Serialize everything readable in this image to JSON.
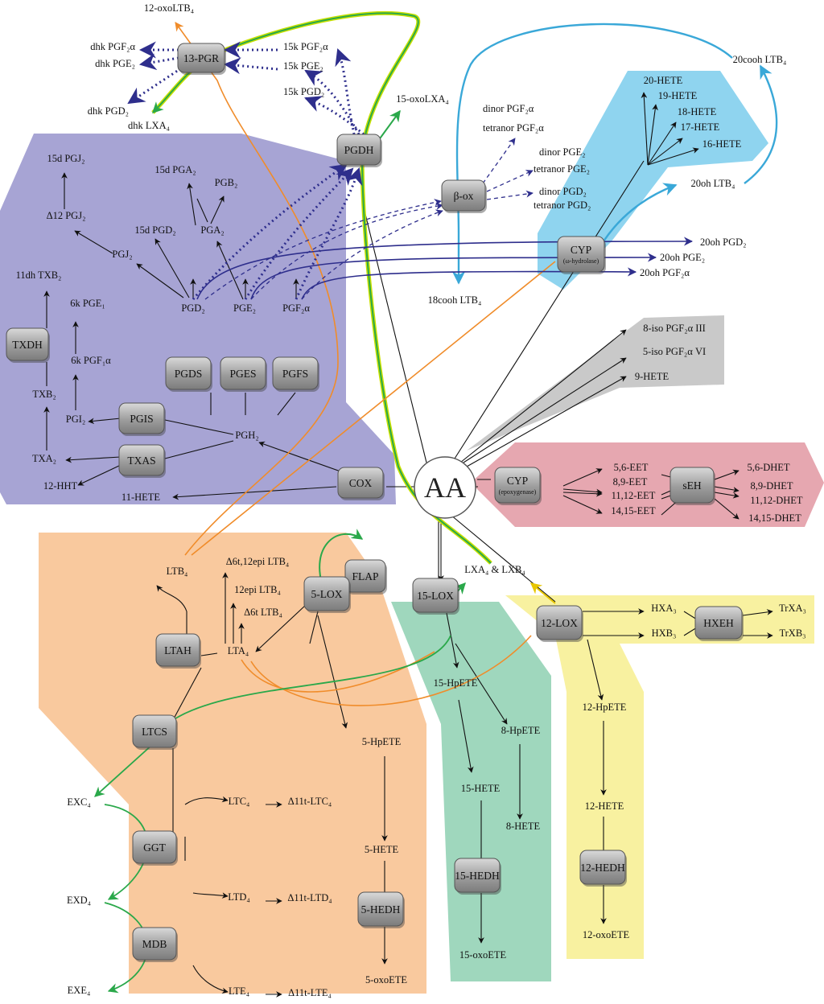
{
  "center": "AA",
  "colors": {
    "purple": "#a7a4d4",
    "orange": "#f9c99e",
    "green": "#9fd7bd",
    "yellow": "#f8f1a0",
    "blue": "#8fd4ef",
    "gray": "#c9c9c9",
    "red": "#e6a7b0",
    "arrow_blue": "#2e2e8c",
    "arrow_green": "#2aa84a",
    "arrow_orange": "#f08c2a"
  },
  "enzymes": [
    {
      "id": "13pgr",
      "label": "13-PGR"
    },
    {
      "id": "pgdh",
      "label": "PGDH"
    },
    {
      "id": "box",
      "label": "β-ox"
    },
    {
      "id": "cyp_w",
      "label": "CYP",
      "sub": "(ω-hydrolase)"
    },
    {
      "id": "txdh",
      "label": "TXDH"
    },
    {
      "id": "pgds",
      "label": "PGDS"
    },
    {
      "id": "pges",
      "label": "PGES"
    },
    {
      "id": "pgfs",
      "label": "PGFS"
    },
    {
      "id": "pgis",
      "label": "PGIS"
    },
    {
      "id": "txas",
      "label": "TXAS"
    },
    {
      "id": "cox",
      "label": "COX"
    },
    {
      "id": "cyp_e",
      "label": "CYP",
      "sub": "(epoxygenase)"
    },
    {
      "id": "seh",
      "label": "sEH"
    },
    {
      "id": "flap",
      "label": "FLAP"
    },
    {
      "id": "5lox",
      "label": "5-LOX"
    },
    {
      "id": "15lox",
      "label": "15-LOX"
    },
    {
      "id": "12lox",
      "label": "12-LOX"
    },
    {
      "id": "hxeh",
      "label": "HXEH"
    },
    {
      "id": "ltah",
      "label": "LTAH"
    },
    {
      "id": "ltcs",
      "label": "LTCS"
    },
    {
      "id": "ggt",
      "label": "GGT"
    },
    {
      "id": "mdb",
      "label": "MDB"
    },
    {
      "id": "5hedh",
      "label": "5-HEDH"
    },
    {
      "id": "15hedh",
      "label": "15-HEDH"
    },
    {
      "id": "12hedh",
      "label": "12-HEDH"
    }
  ],
  "metabolites": [
    {
      "id": "oxoltb4",
      "t": "12-oxoLTB₄"
    },
    {
      "id": "dhkpgf",
      "t": "dhk PGF₂α"
    },
    {
      "id": "dhkpge",
      "t": "dhk PGE₂"
    },
    {
      "id": "dhkpgd",
      "t": "dhk PGD₂"
    },
    {
      "id": "dhklxa",
      "t": "dhk LXA₄"
    },
    {
      "id": "k15pgf",
      "t": "15k PGF₂α"
    },
    {
      "id": "k15pge",
      "t": "15k PGE₂"
    },
    {
      "id": "k15pgd",
      "t": "15k PGD₂"
    },
    {
      "id": "oxolxa",
      "t": "15-oxoLXA₄"
    },
    {
      "id": "cooh20",
      "t": "20cooh LTB₄"
    },
    {
      "id": "dinorpgf",
      "t": "dinor PGF₂α"
    },
    {
      "id": "tetrapgf",
      "t": "tetranor PGF₂α"
    },
    {
      "id": "dinorpge",
      "t": "dinor PGE₂"
    },
    {
      "id": "tetrapge",
      "t": "tetranor PGE₂"
    },
    {
      "id": "dinorpgd",
      "t": "dinor PGD₂"
    },
    {
      "id": "tetrapgd",
      "t": "tetranor PGD₂"
    },
    {
      "id": "h20",
      "t": "20-HETE"
    },
    {
      "id": "h19",
      "t": "19-HETE"
    },
    {
      "id": "h18",
      "t": "18-HETE"
    },
    {
      "id": "h17",
      "t": "17-HETE"
    },
    {
      "id": "h16",
      "t": "16-HETE"
    },
    {
      "id": "oh20ltb",
      "t": "20oh LTB₄"
    },
    {
      "id": "oh20pgd",
      "t": "20oh PGD₂"
    },
    {
      "id": "oh20pge",
      "t": "20oh PGE₂"
    },
    {
      "id": "oh20pgf",
      "t": "20oh PGF₂α"
    },
    {
      "id": "cooh18",
      "t": "18cooh LTB₄"
    },
    {
      "id": "pgj15d",
      "t": "15d PGJ₂"
    },
    {
      "id": "pgj12",
      "t": "Δ12 PGJ₂"
    },
    {
      "id": "pgj2",
      "t": "PGJ₂"
    },
    {
      "id": "pga15d",
      "t": "15d PGA₂"
    },
    {
      "id": "pgb2",
      "t": "PGB₂"
    },
    {
      "id": "pgd15d",
      "t": "15d PGD₂"
    },
    {
      "id": "pga2",
      "t": "PGA₂"
    },
    {
      "id": "txb11",
      "t": "11dh TXB₂"
    },
    {
      "id": "pge6k",
      "t": "6k PGE₁"
    },
    {
      "id": "pgf6k",
      "t": "6k PGF₁α"
    },
    {
      "id": "pgd2",
      "t": "PGD₂"
    },
    {
      "id": "pge2",
      "t": "PGE₂"
    },
    {
      "id": "pgf2",
      "t": "PGF₂α"
    },
    {
      "id": "txb2",
      "t": "TXB₂"
    },
    {
      "id": "pgi2",
      "t": "PGI₂"
    },
    {
      "id": "pgh2",
      "t": "PGH₂"
    },
    {
      "id": "txa2",
      "t": "TXA₂"
    },
    {
      "id": "hht",
      "t": "12-HHT"
    },
    {
      "id": "h11",
      "t": "11-HETE"
    },
    {
      "id": "iso8",
      "t": "8-iso PGF₂α III"
    },
    {
      "id": "iso5",
      "t": "5-iso PGF₂α VI"
    },
    {
      "id": "h9",
      "t": "9-HETE"
    },
    {
      "id": "eet56",
      "t": "5,6-EET"
    },
    {
      "id": "eet89",
      "t": "8,9-EET"
    },
    {
      "id": "eet1112",
      "t": "11,12-EET"
    },
    {
      "id": "eet1415",
      "t": "14,15-EET"
    },
    {
      "id": "dhet56",
      "t": "5,6-DHET"
    },
    {
      "id": "dhet89",
      "t": "8,9-DHET"
    },
    {
      "id": "dhet1112",
      "t": "11,12-DHET"
    },
    {
      "id": "dhet1415",
      "t": "14,15-DHET"
    },
    {
      "id": "ltb4",
      "t": "LTB₄"
    },
    {
      "id": "d6t12",
      "t": "Δ6t,12epi LTB₄"
    },
    {
      "id": "epi12",
      "t": "12epi LTB₄"
    },
    {
      "id": "d6t",
      "t": "Δ6t LTB₄"
    },
    {
      "id": "lxa",
      "t": "LXA₄ & LXB₄"
    },
    {
      "id": "lta4",
      "t": "LTA₄"
    },
    {
      "id": "hpete15",
      "t": "15-HpETE"
    },
    {
      "id": "hpete8",
      "t": "8-HpETE"
    },
    {
      "id": "hpete5",
      "t": "5-HpETE"
    },
    {
      "id": "hxa3",
      "t": "HXA₃"
    },
    {
      "id": "hxb3",
      "t": "HXB₃"
    },
    {
      "id": "trxa3",
      "t": "TrXA₃"
    },
    {
      "id": "trxb3",
      "t": "TrXB₃"
    },
    {
      "id": "hpete12",
      "t": "12-HpETE"
    },
    {
      "id": "exc4",
      "t": "EXC₄"
    },
    {
      "id": "ltc4",
      "t": "LTC₄"
    },
    {
      "id": "d11ltc",
      "t": "Δ11t-LTC₄"
    },
    {
      "id": "exd4",
      "t": "EXD₄"
    },
    {
      "id": "ltd4",
      "t": "LTD₄"
    },
    {
      "id": "d11ltd",
      "t": "Δ11t-LTD₄"
    },
    {
      "id": "exe4",
      "t": "EXE₄"
    },
    {
      "id": "lte4",
      "t": "LTE₄"
    },
    {
      "id": "d11lte",
      "t": "Δ11t-LTE₄"
    },
    {
      "id": "hete15",
      "t": "15-HETE"
    },
    {
      "id": "hete8",
      "t": "8-HETE"
    },
    {
      "id": "hete12",
      "t": "12-HETE"
    },
    {
      "id": "hete5",
      "t": "5-HETE"
    },
    {
      "id": "oxo15",
      "t": "15-oxoETE"
    },
    {
      "id": "oxo12",
      "t": "12-oxoETE"
    },
    {
      "id": "oxo5",
      "t": "5-oxoETE"
    }
  ]
}
